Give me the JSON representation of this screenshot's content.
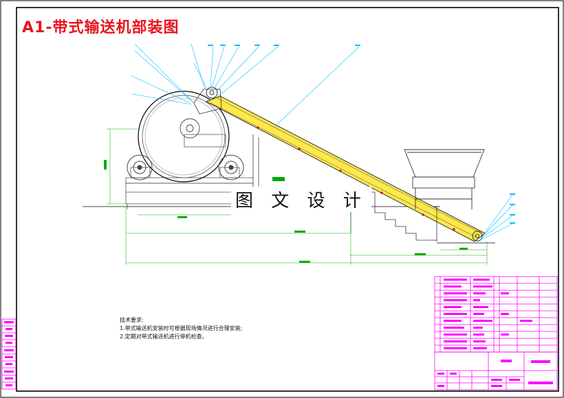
{
  "title": "A1-带式输送机部装图",
  "watermark": "图 文 设 计",
  "technical_requirements": {
    "heading": "技术要求:",
    "items": [
      "1.带式输送机安装时可根据现场情况进行合理安装;",
      "2.定期对带式输送机进行停机检查。"
    ]
  },
  "colors": {
    "frame": "#000000",
    "table": "#ff00ff",
    "leader": "#00bfff",
    "title": "#e8141c",
    "belt_fill": "#ffe84a",
    "machine": "#808080",
    "dim": "#00aa00"
  }
}
